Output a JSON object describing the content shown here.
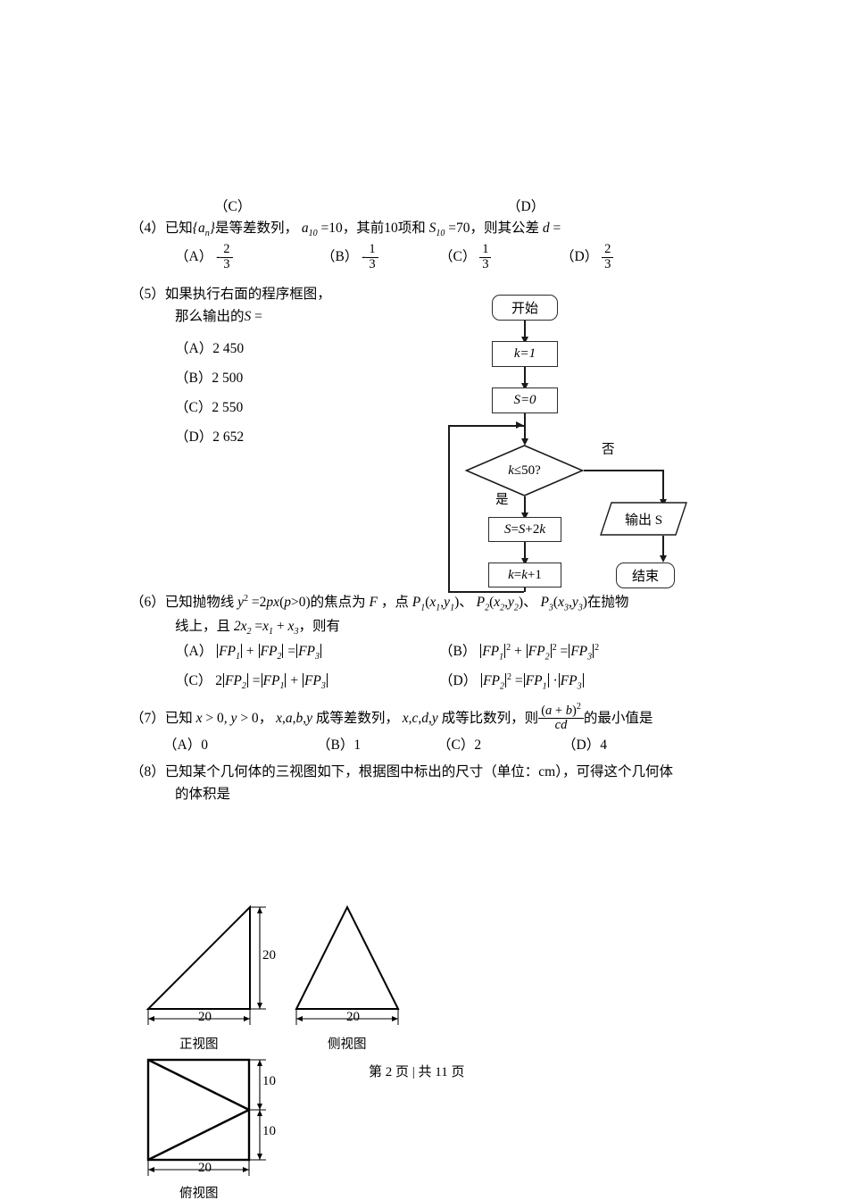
{
  "document": {
    "type": "math-exam-page",
    "footer": "第 2 页 | 共 11 页"
  },
  "orphan_options": {
    "c": "（C）",
    "d": "（D）"
  },
  "questions": [
    {
      "number": "（4）",
      "stem_prefix": "已知",
      "stem": "已知{a n }是等差数列， a 10 =10，其前10项和 S 10 =70，则其公差 d =",
      "options": [
        {
          "label": "（A）",
          "sign": "-",
          "num": "2",
          "den": "3"
        },
        {
          "label": "（B）",
          "sign": "-",
          "num": "1",
          "den": "3"
        },
        {
          "label": "（C）",
          "sign": "",
          "num": "1",
          "den": "3"
        },
        {
          "label": "（D）",
          "sign": "",
          "num": "2",
          "den": "3"
        }
      ]
    },
    {
      "number": "（5）",
      "line1": "如果执行右面的程序框图，",
      "line2_pre": "那么输出的",
      "line2_var": "S",
      "line2_post": "=",
      "options": [
        "（A）2 450",
        "（B）2 500",
        "（C）2 550",
        "（D）2 652"
      ]
    },
    {
      "number": "（6）",
      "line1_a": "已知抛物线",
      "line1_b": "的焦点为",
      "line1_c": "，点",
      "line1_d": "在抛物",
      "line2": "线上，且",
      "line2_b": "，则有"
    },
    {
      "number": "（7）",
      "text_a": "已知",
      "text_b": "，",
      "text_c": "成等差数列，",
      "text_d": "成等比数列，则",
      "text_e": "的最小值是",
      "options": [
        "（A）0",
        "（B）1",
        "（C）2",
        "（D）4"
      ]
    },
    {
      "number": "（8）",
      "line1": "已知某个几何体的三视图如下，根据图中标出的尺寸（单位：cm），可得这个几何体",
      "line2": "的体积是"
    }
  ],
  "q6_math": {
    "parabola": "y² =2px(p>0)",
    "focus": "F",
    "p1": "P₁(x₁, y₁)",
    "p2": "P₂(x₂, y₂)",
    "p3": "P₃(x₃, y₃)",
    "condition": "2x₂ =x₁ + x₃",
    "options": [
      {
        "label": "（A）",
        "expr": "|FP₁| + |FP₂| = |FP₃|"
      },
      {
        "label": "（B）",
        "expr": "|FP₁|² + |FP₂|² = |FP₃|²"
      },
      {
        "label": "（C）",
        "expr": "2|FP₂| = |FP₁| + |FP₃|"
      },
      {
        "label": "（D）",
        "expr": "|FP₂|² = |FP₁| · |FP₃|"
      }
    ]
  },
  "q7_math": {
    "cond1": "x > 0, y > 0",
    "seq_arith": "x, a, b, y",
    "seq_geom": "x, c, d, y",
    "frac_num": "(a + b)²",
    "frac_den": "cd"
  },
  "flowchart": {
    "start": "开始",
    "init_k": "k=1",
    "init_s": "S=0",
    "decision": "k≤50?",
    "yes": "是",
    "no": "否",
    "accumulate": "S=S+2k",
    "increment": "k=k+1",
    "output": "输出 S",
    "end": "结束"
  },
  "three_views": {
    "front": {
      "caption": "正视图",
      "width_dim": "20",
      "height_dim": "20"
    },
    "side": {
      "caption": "侧视图",
      "width_dim": "20"
    },
    "top": {
      "caption": "俯视图",
      "width_dim": "20",
      "upper_dim": "10",
      "lower_dim": "10"
    }
  }
}
